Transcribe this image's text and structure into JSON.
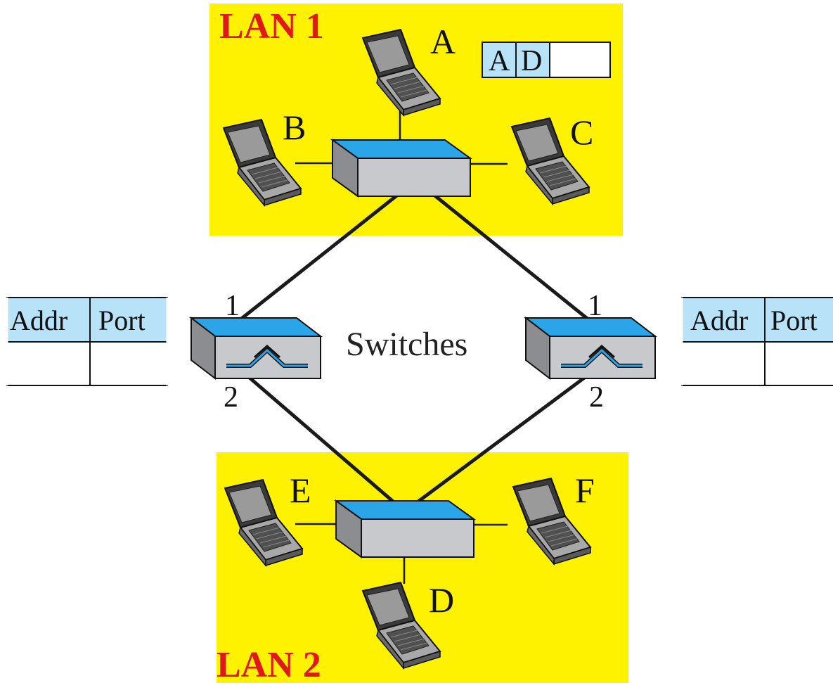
{
  "lans": [
    {
      "title": "LAN 1",
      "hosts": [
        "A",
        "B",
        "C"
      ]
    },
    {
      "title": "LAN 2",
      "hosts": [
        "D",
        "E",
        "F"
      ]
    }
  ],
  "frame": {
    "source": "A",
    "destination": "D"
  },
  "switches_label": "Switches",
  "bridges": [
    {
      "port_top": "1",
      "port_bottom": "2",
      "table": {
        "headers": [
          "Addr",
          "Port"
        ],
        "rows": [
          [
            "",
            ""
          ]
        ]
      }
    },
    {
      "port_top": "1",
      "port_bottom": "2",
      "table": {
        "headers": [
          "Addr",
          "Port"
        ],
        "rows": [
          [
            "",
            ""
          ]
        ]
      }
    }
  ],
  "colors": {
    "lan_background": "#fff200",
    "lan_title": "#e01818",
    "device_top": "#2aa6e8",
    "device_body": "#c8c9cc",
    "table_header": "#b8e2f8",
    "link": "#1a1a1a"
  },
  "icons": [
    "laptop-icon",
    "hub-icon",
    "switch-icon"
  ]
}
